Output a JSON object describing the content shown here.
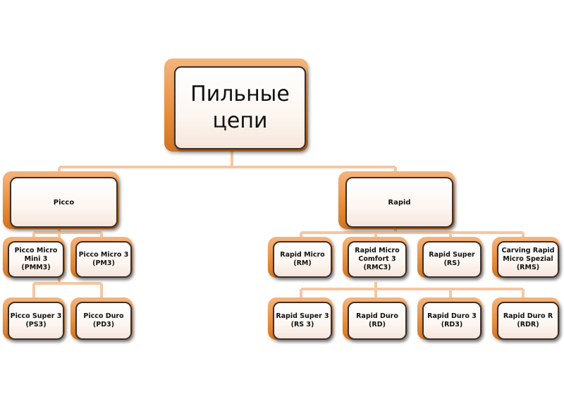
{
  "diagram": {
    "root": {
      "label": "Пильные\nцепи"
    },
    "branches": [
      {
        "label": "Picco",
        "children": [
          {
            "label": "Picco Micro\nMini 3\n(PMM3)"
          },
          {
            "label": "Picco Micro 3\n(PM3)"
          },
          {
            "label": "Picco Super 3\n(PS3)"
          },
          {
            "label": "Picco Duro\n(PD3)"
          }
        ]
      },
      {
        "label": "Rapid",
        "children": [
          {
            "label": "Rapid Micro\n(RM)"
          },
          {
            "label": "Rapid Micro\nComfort 3\n(RMC3)"
          },
          {
            "label": "Rapid Super\n(RS)"
          },
          {
            "label": "Carving Rapid\nMicro Spezial\n(RMS)"
          },
          {
            "label": "Rapid Super 3\n(RS 3)"
          },
          {
            "label": "Rapid Duro\n(RD)"
          },
          {
            "label": "Rapid Duro 3\n(RD3)"
          },
          {
            "label": "Rapid Duro R\n(RDR)"
          }
        ]
      }
    ],
    "colors": {
      "accent": "#e8903f",
      "connector": "#f5c7a3",
      "border": "#3a2f2a"
    }
  }
}
